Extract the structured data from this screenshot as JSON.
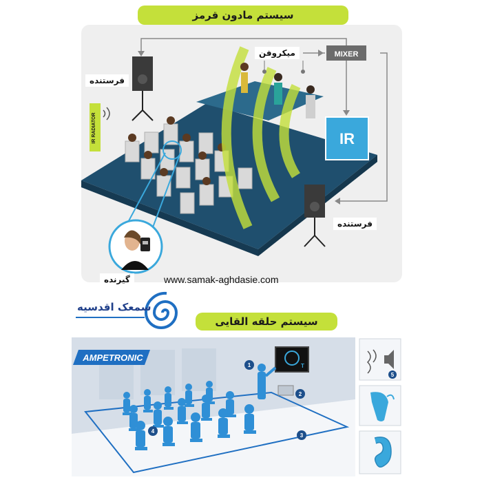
{
  "top_section": {
    "title": "سیستم مادون قرمز",
    "labels": {
      "transmitter_left": "فرستنده",
      "transmitter_right": "فرستنده",
      "microphone": "میکروفن",
      "mixer": "MIXER",
      "ir": "IR",
      "ir_radiator": "IR RADIATOR",
      "receiver": "گیرنده"
    },
    "website": "www.samak-aghdasie.com"
  },
  "logo": {
    "text": "سمعک اقدسیه"
  },
  "bottom_section": {
    "title": "سیستم حلقه القایی",
    "brand": "AMPETRONIC",
    "callouts": [
      "1",
      "2",
      "3",
      "4",
      "5"
    ]
  },
  "colors": {
    "accent_green": "#c4e03a",
    "stage_blue": "#1f4f6e",
    "ir_box": "#3aa8dc",
    "figure_blue": "#2f8fd6"
  }
}
